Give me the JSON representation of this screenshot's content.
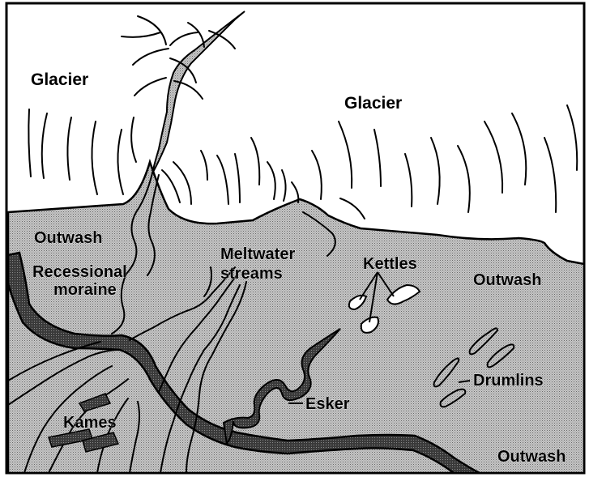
{
  "diagram": {
    "labels": {
      "glacier_left": "Glacier",
      "glacier_right": "Glacier",
      "outwash_left": "Outwash",
      "recessional_moraine_line1": "Recessional",
      "recessional_moraine_line2": "moraine",
      "meltwater_streams_line1": "Meltwater",
      "meltwater_streams_line2": "streams",
      "kettles": "Kettles",
      "outwash_right": "Outwash",
      "drumlins": "Drumlins",
      "esker": "Esker",
      "kames": "Kames",
      "outwash_bottom": "Outwash"
    },
    "colors": {
      "glacier": "#ffffff",
      "outwash": "#bdbdbd",
      "moraine": "#3a3a3a",
      "ink": "#000000"
    }
  }
}
